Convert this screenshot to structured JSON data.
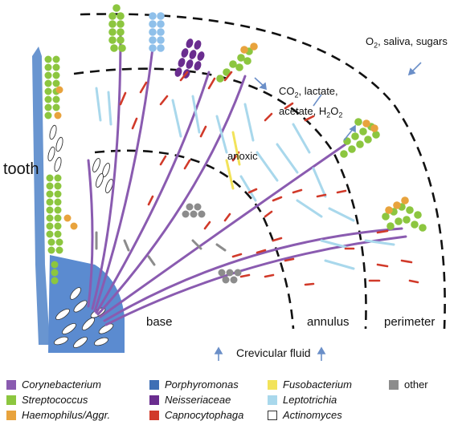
{
  "labels": {
    "tooth": "tooth",
    "anoxic": "anoxic",
    "base": "base",
    "annulus": "annulus",
    "perimeter": "perimeter",
    "crevicular": "Crevicular fluid",
    "o2_prefix": "O",
    "o2_sub": "2",
    "o2_rest": ", saliva, sugars",
    "co2_prefix": "CO",
    "co2_sub": "2",
    "co2_rest": ", lactate,",
    "acetate": "acetate, H",
    "h2o2_sub": "2",
    "h2o2_rest": "O",
    "h2o2_sub2": "2"
  },
  "legend": [
    {
      "label": "Corynebacterium",
      "color": "#8a5bb0",
      "italic": true
    },
    {
      "label": "Porphyromonas",
      "color": "#3e6fb5",
      "italic": true
    },
    {
      "label": "Fusobacterium",
      "color": "#f2e35a",
      "italic": true
    },
    {
      "label": "other",
      "color": "#8c8c8c",
      "italic": false
    },
    {
      "label": "Streptococcus",
      "color": "#8cc63f",
      "italic": true
    },
    {
      "label": "Neisseriaceae",
      "color": "#6a2d8f",
      "italic": true
    },
    {
      "label": "Leptotrichia",
      "color": "#a9d8ec",
      "italic": true
    },
    {
      "label": "Haemophilus/Aggr.",
      "color": "#e8a33d",
      "italic": true
    },
    {
      "label": "Capnocytophaga",
      "color": "#d13a2a",
      "italic": true
    },
    {
      "label": "Actinomyces",
      "color": "#ffffff",
      "italic": true
    }
  ],
  "colors": {
    "corynebacterium": "#8a5bb0",
    "streptococcus": "#8cc63f",
    "haemophilus": "#e8a33d",
    "porphyromonas": "#4f82c8",
    "neisseriaceae": "#6a2d8f",
    "capnocytophaga": "#d13a2a",
    "fusobacterium": "#f2e35a",
    "leptotrichia": "#a9d8ec",
    "other": "#8c8c8c",
    "arrow": "#6b8fc8"
  }
}
